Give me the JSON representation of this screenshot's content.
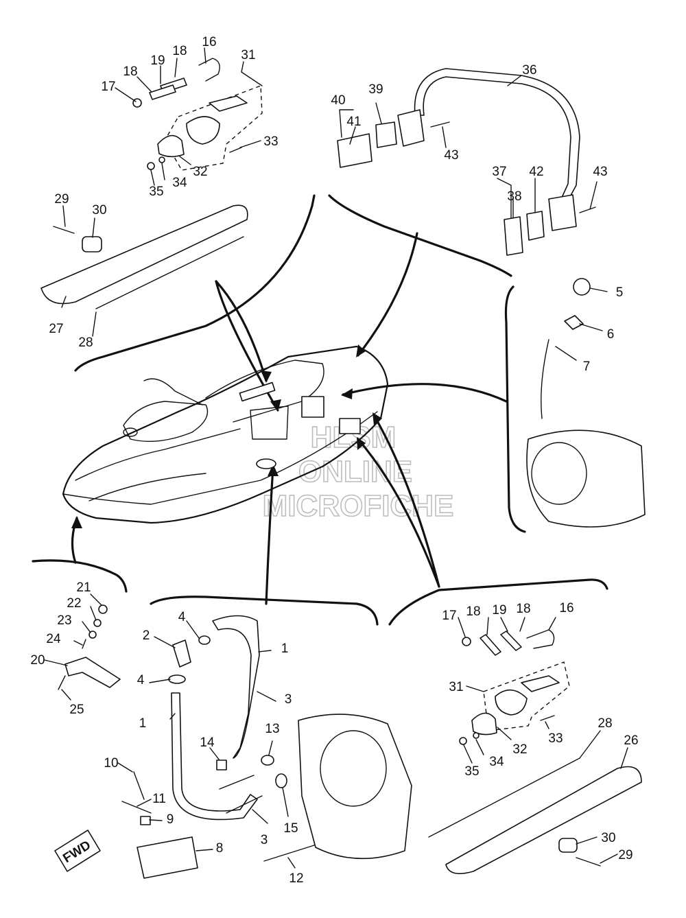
{
  "watermark": {
    "line1": "HLSM",
    "line2": "ONLINE",
    "line3": "MICROFICHE"
  },
  "fwd_label": "FWD",
  "callouts": [
    {
      "id": "c16a",
      "text": "16"
    },
    {
      "id": "c18a",
      "text": "18"
    },
    {
      "id": "c31a",
      "text": "31"
    },
    {
      "id": "c19a",
      "text": "19"
    },
    {
      "id": "c18b",
      "text": "18"
    },
    {
      "id": "c17a",
      "text": "17"
    },
    {
      "id": "c33a",
      "text": "33"
    },
    {
      "id": "c32a",
      "text": "32"
    },
    {
      "id": "c34a",
      "text": "34"
    },
    {
      "id": "c35a",
      "text": "35"
    },
    {
      "id": "c36",
      "text": "36"
    },
    {
      "id": "c40",
      "text": "40"
    },
    {
      "id": "c39",
      "text": "39"
    },
    {
      "id": "c41",
      "text": "41"
    },
    {
      "id": "c43a",
      "text": "43"
    },
    {
      "id": "c37",
      "text": "37"
    },
    {
      "id": "c42",
      "text": "42"
    },
    {
      "id": "c43b",
      "text": "43"
    },
    {
      "id": "c38",
      "text": "38"
    },
    {
      "id": "c29a",
      "text": "29"
    },
    {
      "id": "c30a",
      "text": "30"
    },
    {
      "id": "c27",
      "text": "27"
    },
    {
      "id": "c28a",
      "text": "28"
    },
    {
      "id": "c5",
      "text": "5"
    },
    {
      "id": "c6",
      "text": "6"
    },
    {
      "id": "c7",
      "text": "7"
    },
    {
      "id": "c21",
      "text": "21"
    },
    {
      "id": "c22",
      "text": "22"
    },
    {
      "id": "c23",
      "text": "23"
    },
    {
      "id": "c24",
      "text": "24"
    },
    {
      "id": "c20",
      "text": "20"
    },
    {
      "id": "c25",
      "text": "25"
    },
    {
      "id": "c4a",
      "text": "4"
    },
    {
      "id": "c2",
      "text": "2"
    },
    {
      "id": "c1a",
      "text": "1"
    },
    {
      "id": "c4b",
      "text": "4"
    },
    {
      "id": "c3a",
      "text": "3"
    },
    {
      "id": "c1b",
      "text": "1"
    },
    {
      "id": "c13",
      "text": "13"
    },
    {
      "id": "c14",
      "text": "14"
    },
    {
      "id": "c10",
      "text": "10"
    },
    {
      "id": "c11",
      "text": "11"
    },
    {
      "id": "c9",
      "text": "9"
    },
    {
      "id": "c15",
      "text": "15"
    },
    {
      "id": "c3b",
      "text": "3"
    },
    {
      "id": "c8",
      "text": "8"
    },
    {
      "id": "c12",
      "text": "12"
    },
    {
      "id": "c17b",
      "text": "17"
    },
    {
      "id": "c18c",
      "text": "18"
    },
    {
      "id": "c19b",
      "text": "19"
    },
    {
      "id": "c18d",
      "text": "18"
    },
    {
      "id": "c16b",
      "text": "16"
    },
    {
      "id": "c31b",
      "text": "31"
    },
    {
      "id": "c33b",
      "text": "33"
    },
    {
      "id": "c32b",
      "text": "32"
    },
    {
      "id": "c34b",
      "text": "34"
    },
    {
      "id": "c35b",
      "text": "35"
    },
    {
      "id": "c28b",
      "text": "28"
    },
    {
      "id": "c26",
      "text": "26"
    },
    {
      "id": "c30b",
      "text": "30"
    },
    {
      "id": "c29b",
      "text": "29"
    }
  ]
}
